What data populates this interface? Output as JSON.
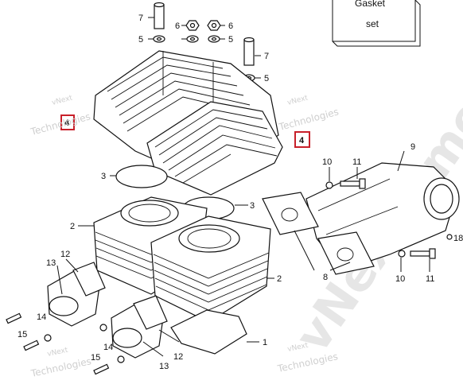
{
  "diagram": {
    "gasket_set_label_top": "Gasket",
    "gasket_set_label_bottom": "set",
    "watermark_line1": "vNext",
    "watermark_line2": "Technologies",
    "watermark_big": "vNextreme",
    "highlight_color": "#c8202a",
    "callouts": {
      "c1": "1",
      "c2a": "2",
      "c2b": "2",
      "c3a": "3",
      "c3b": "3",
      "c4a": "4",
      "c4b": "4",
      "c5a": "5",
      "c5b": "5",
      "c5c": "5",
      "c6a": "6",
      "c6b": "6",
      "c7a": "7",
      "c7b": "7",
      "c8": "8",
      "c9": "9",
      "c10a": "10",
      "c10b": "10",
      "c11a": "11",
      "c11b": "11",
      "c12a": "12",
      "c12b": "12",
      "c13a": "13",
      "c13b": "13",
      "c14a": "14",
      "c14b": "14",
      "c15a": "15",
      "c15b": "15",
      "c18": "18"
    }
  }
}
